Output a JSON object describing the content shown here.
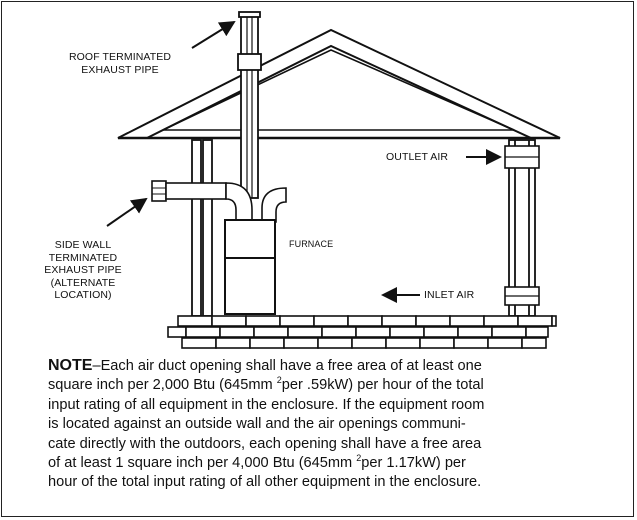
{
  "labels": {
    "roof_exhaust": [
      "ROOF TERMINATED",
      "EXHAUST PIPE"
    ],
    "side_exhaust": [
      "SIDE WALL",
      "TERMINATED",
      "EXHAUST PIPE",
      "(ALTERNATE",
      "LOCATION)"
    ],
    "outlet_air": "OUTLET AIR",
    "inlet_air": "INLET AIR",
    "furnace": "FURNACE"
  },
  "note": {
    "heading": "NOTE",
    "dash": "–",
    "line1": "Each air duct opening shall have a free area of at least one",
    "line2a": "square  inch per 2,000 Btu (645mm ",
    "line2_sup": "2",
    "line2b": "per .59kW) per hour of the total",
    "line3": "input rating of all equipment in the enclosure. If the equipment room",
    "line4": "is located against an outside wall and the air openings communi-",
    "line5": "cate  directly with the outdoors, each opening shall have a free area",
    "line6a": "of at least 1 square inch per 4,000 Btu (645mm ",
    "line6_sup": "2",
    "line6b": "per 1.17kW) per",
    "line7": "hour of the total input rating of all other equipment in the enclosure."
  }
}
